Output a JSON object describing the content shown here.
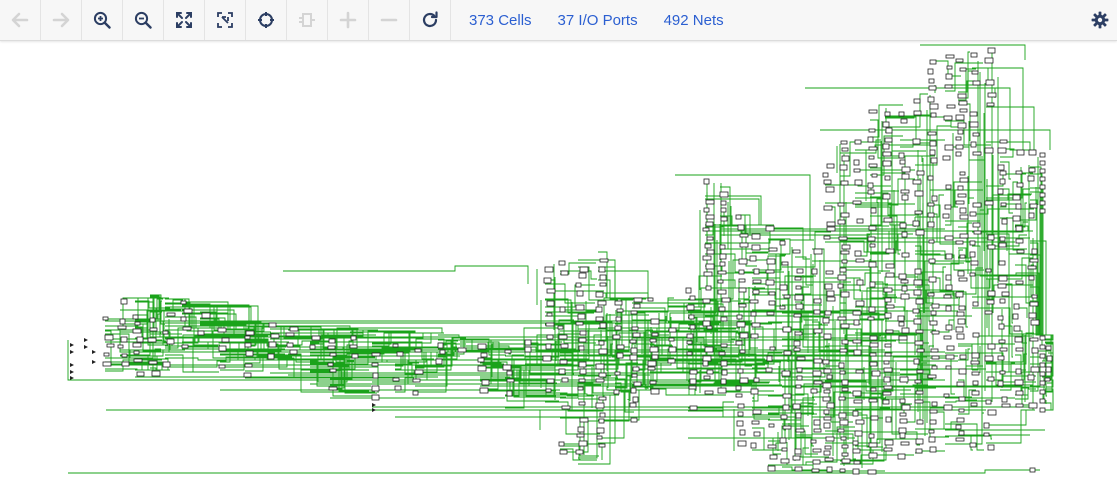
{
  "toolbar": {
    "buttons": [
      {
        "icon": "arrow-left-icon",
        "disabled": true
      },
      {
        "icon": "arrow-right-icon",
        "disabled": true
      },
      {
        "icon": "zoom-in-icon",
        "disabled": false
      },
      {
        "icon": "zoom-out-icon",
        "disabled": false
      },
      {
        "icon": "fit-to-screen-icon",
        "disabled": false
      },
      {
        "icon": "fit-selection-icon",
        "disabled": false
      },
      {
        "icon": "crosshair-icon",
        "disabled": false
      },
      {
        "icon": "cell-icon",
        "disabled": true
      },
      {
        "icon": "plus-icon",
        "disabled": true
      },
      {
        "icon": "minus-icon",
        "disabled": true
      },
      {
        "icon": "refresh-icon",
        "disabled": false
      }
    ],
    "stats": {
      "cells": "373 Cells",
      "io_ports": "37 I/O Ports",
      "nets": "492 Nets"
    },
    "settings_icon": "gear-icon"
  },
  "colors": {
    "wire": "#1aa31a",
    "cell_border": "#222222",
    "stat_link": "#2b5fd1",
    "icon_active": "#2c3e63",
    "icon_disabled": "#b8b8b8"
  },
  "schematic": {
    "view": "netlist-schematic",
    "cell_count": 373,
    "io_port_count": 37,
    "net_count": 492
  }
}
